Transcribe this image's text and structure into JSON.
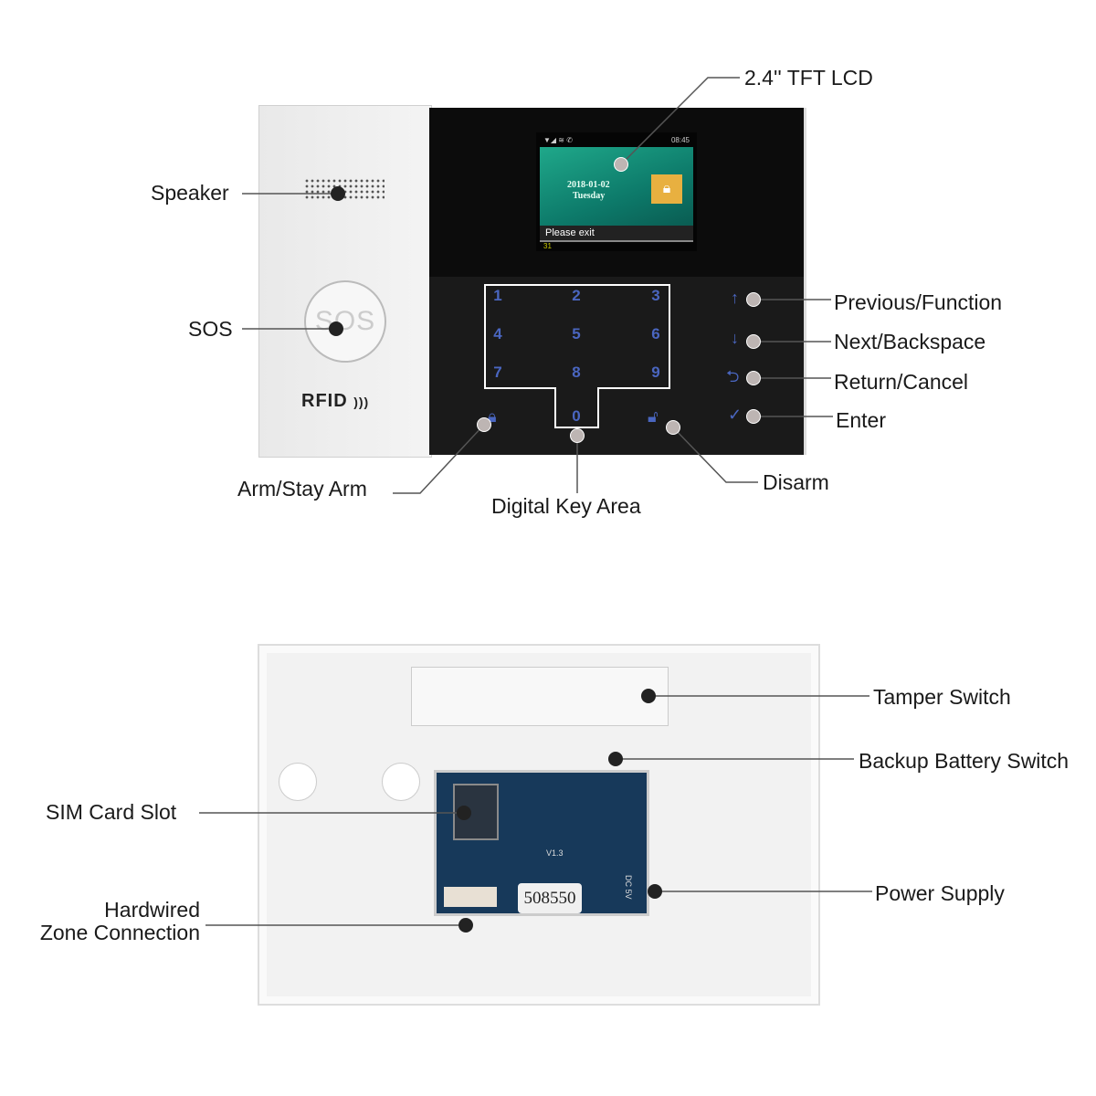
{
  "front": {
    "labels": {
      "lcd": "2.4'' TFT LCD",
      "speaker": "Speaker",
      "sos": "SOS",
      "previous": "Previous/Function",
      "next": "Next/Backspace",
      "return": "Return/Cancel",
      "enter": "Enter",
      "arm": "Arm/Stay Arm",
      "keypad": "Digital Key Area",
      "disarm": "Disarm"
    },
    "sos_button_text": "SOS",
    "rfid_text": "RFID",
    "screen": {
      "time": "08:45",
      "date": "2018-01-02",
      "day": "Tuesday",
      "message": "Please exit",
      "counter": "31",
      "icon": "lock-icon"
    },
    "keys": [
      "1",
      "2",
      "3",
      "4",
      "5",
      "6",
      "7",
      "8",
      "9",
      "0"
    ],
    "accent_color": "#4a66c0"
  },
  "back": {
    "labels": {
      "tamper": "Tamper Switch",
      "battery": "Backup Battery Switch",
      "sim": "SIM Card Slot",
      "power": "Power Supply",
      "zone_line1": "Hardwired",
      "zone_line2": "Zone Connection"
    },
    "pcb_tag": "508550",
    "pcb_version": "V1.3",
    "pcb_dc": "DC 5V"
  }
}
